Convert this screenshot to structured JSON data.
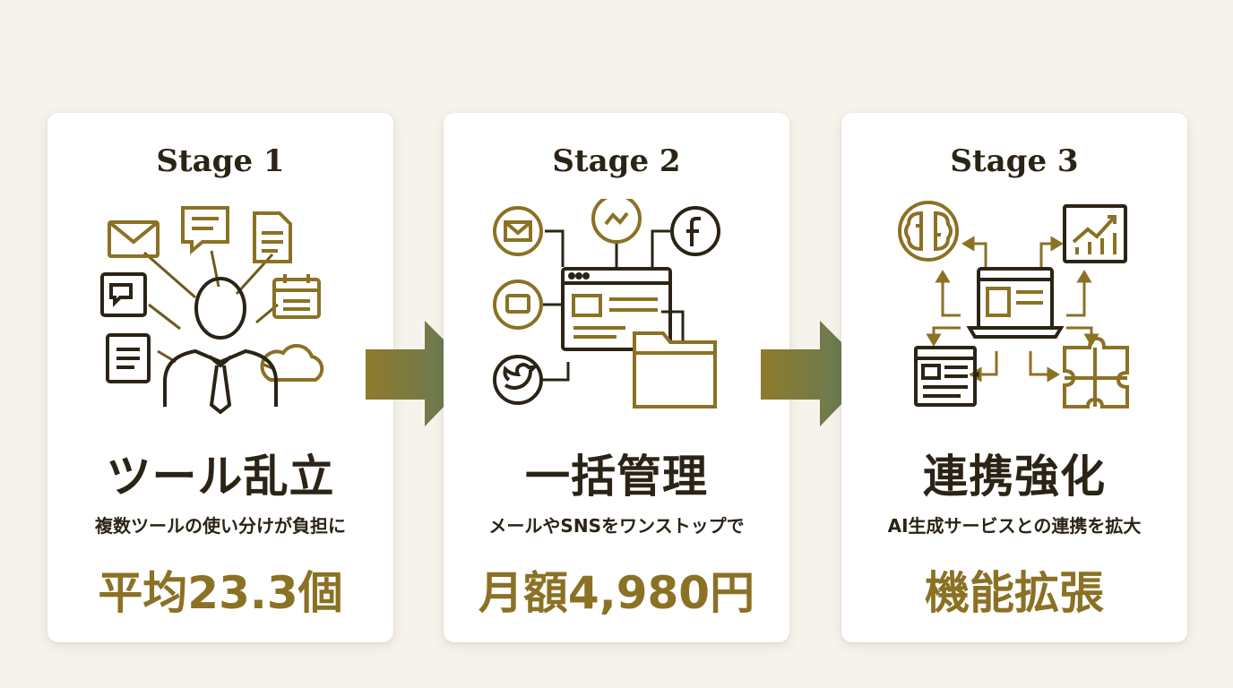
{
  "stages": [
    {
      "label": "Stage 1",
      "headline": "ツール乱立",
      "subtext": "複数ツールの使い分けが負担に",
      "metric": "平均23.3個"
    },
    {
      "label": "Stage 2",
      "headline": "一括管理",
      "subtext": "メールやSNSをワンストップで",
      "metric": "月額4,980円"
    },
    {
      "label": "Stage 3",
      "headline": "連携強化",
      "subtext": "AI生成サービスとの連携を拡大",
      "metric": "機能拡張"
    }
  ],
  "icons": {
    "stage1": [
      "envelope-icon",
      "chat-icon",
      "document-icon",
      "calendar-icon",
      "cloud-icon",
      "person-icon"
    ],
    "stage2": [
      "envelope-icon",
      "messenger-icon",
      "facebook-icon",
      "chat-icon",
      "twitter-icon",
      "dashboard-window-icon",
      "folder-icon"
    ],
    "stage3": [
      "brain-icon",
      "growth-chart-icon",
      "laptop-icon",
      "browser-window-icon",
      "puzzle-icon"
    ]
  },
  "colors": {
    "dark": "#2b2416",
    "gold": "#8b7124",
    "arrow_start": "#8f7a2c",
    "arrow_end": "#5d7b5f",
    "background": "#f6f3ec"
  }
}
